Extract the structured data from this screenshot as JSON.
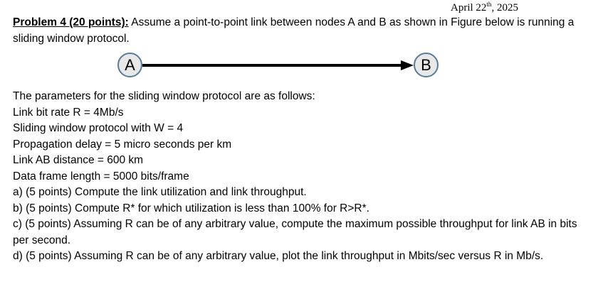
{
  "header": {
    "date_prefix": "April 22",
    "date_sup": "th",
    "date_suffix": ", 2025"
  },
  "problem": {
    "title": "Problem 4 (20 points):",
    "intro": " Assume a point-to-point link between nodes A and B as shown in Figure below is running a sliding window protocol."
  },
  "figure": {
    "node_a": "A",
    "node_b": "B"
  },
  "parameters": {
    "heading": "The parameters for the sliding window protocol are as follows:",
    "items": [
      "Link bit rate R = 4Mb/s",
      "Sliding window protocol with W = 4",
      "Propagation delay = 5 micro seconds per km",
      "Link AB distance = 600 km",
      "Data frame length = 5000 bits/frame"
    ]
  },
  "questions": [
    "a) (5 points) Compute the link utilization and link throughput.",
    "b) (5 points) Compute R* for which utilization is less than 100% for R>R*.",
    "c) (5 points) Assuming R can be of any arbitrary value, compute the maximum possible throughput for link AB in bits per second.",
    "d) (5 points) Assuming R can be of any arbitrary value, plot the link throughput in Mbits/sec versus R in Mb/s."
  ]
}
